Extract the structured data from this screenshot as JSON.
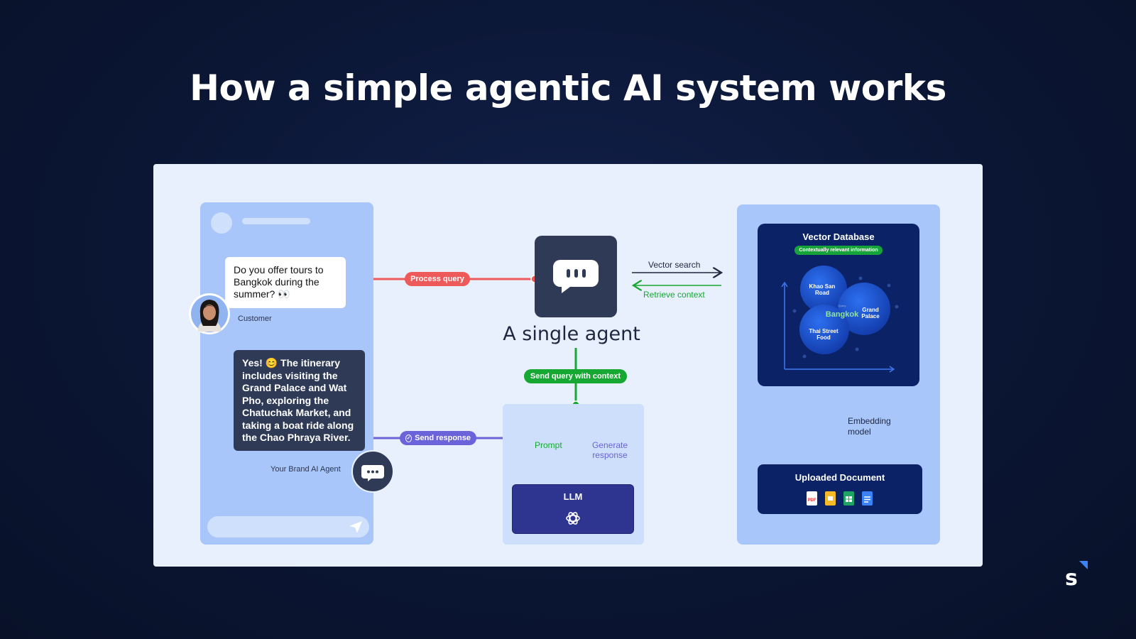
{
  "title": "How a simple agentic AI system works",
  "chat": {
    "customer_message": "Do you offer tours to Bangkok during the summer? 👀",
    "customer_label": "Customer",
    "agent_message": "Yes! 😊 The itinerary includes visiting the Grand Palace and Wat Pho, exploring the Chatuchak Market, and taking a boat ride along the Chao Phraya River.",
    "agent_label": "Your Brand AI Agent"
  },
  "flows": {
    "process_query": "Process query",
    "send_response": "Send response",
    "vector_search": "Vector search",
    "retrieve_context": "Retrieve context",
    "send_query_context": "Send query with context",
    "prompt": "Prompt",
    "generate_response_1": "Generate",
    "generate_response_2": "response",
    "embedding_1": "Embedding",
    "embedding_2": "model"
  },
  "agent": {
    "title": "A single agent"
  },
  "llm": {
    "label": "LLM"
  },
  "vector_db": {
    "title": "Vector Database",
    "badge": "Contextually relevant information",
    "bubbles": {
      "khao_1": "Khao San",
      "khao_2": "Road",
      "grand_1": "Grand",
      "grand_2": "Palace",
      "thai_1": "Thai Street",
      "thai_2": "Food",
      "center": "Bangkok",
      "query": "Query"
    }
  },
  "uploaded": {
    "title": "Uploaded Document"
  },
  "colors": {
    "red": "#ee5a5a",
    "green": "#16a832",
    "purple": "#6b63d9",
    "navy": "#0b2366",
    "dark": "#2f3a56"
  },
  "icons": [
    "chat-dots-icon",
    "send-icon",
    "openai-logo-icon",
    "pdf-file-icon",
    "slides-file-icon",
    "sheets-file-icon",
    "doc-file-icon",
    "brand-s-logo-icon"
  ]
}
